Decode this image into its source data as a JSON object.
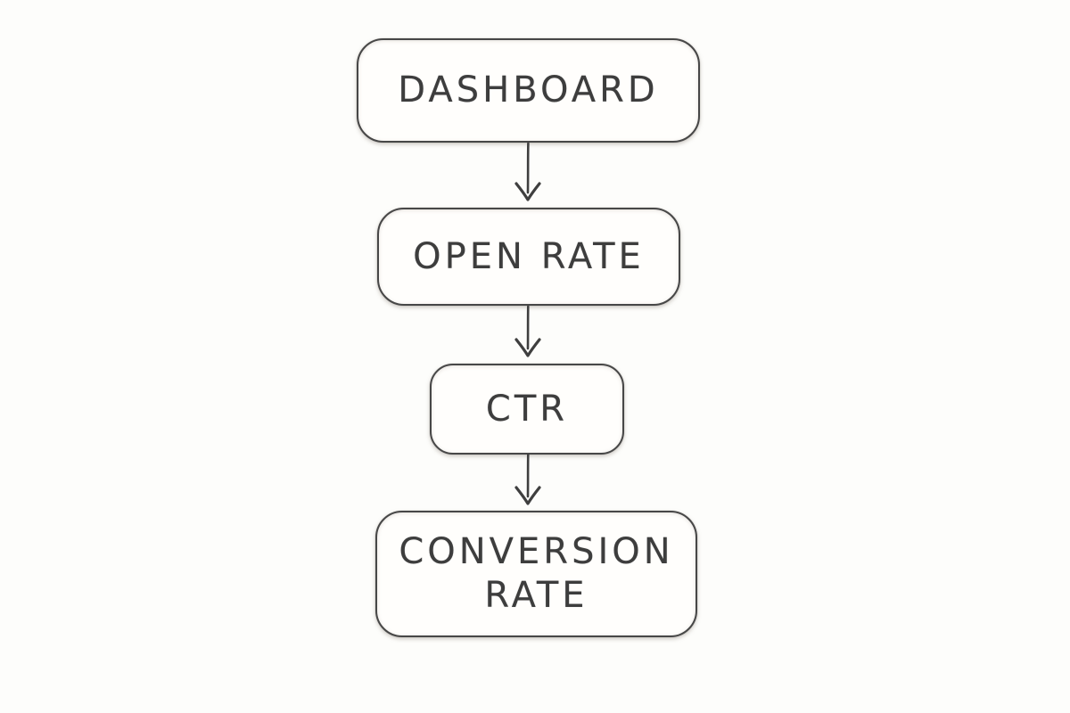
{
  "canvas": {
    "background": "#fdfdfb",
    "ink": "#3f3f3f",
    "style": "hand-drawn pencil sketch"
  },
  "diagram": {
    "type": "flowchart",
    "direction": "top-down",
    "nodes": [
      {
        "id": "dashboard",
        "label": "DASHBOARD"
      },
      {
        "id": "open-rate",
        "label": "OPEN RATE"
      },
      {
        "id": "ctr",
        "label": "CTR"
      },
      {
        "id": "conversion-rate",
        "label": "CONVERSION RATE"
      }
    ],
    "edges": [
      {
        "from": "dashboard",
        "to": "open-rate"
      },
      {
        "from": "open-rate",
        "to": "ctr"
      },
      {
        "from": "ctr",
        "to": "conversion-rate"
      }
    ]
  }
}
